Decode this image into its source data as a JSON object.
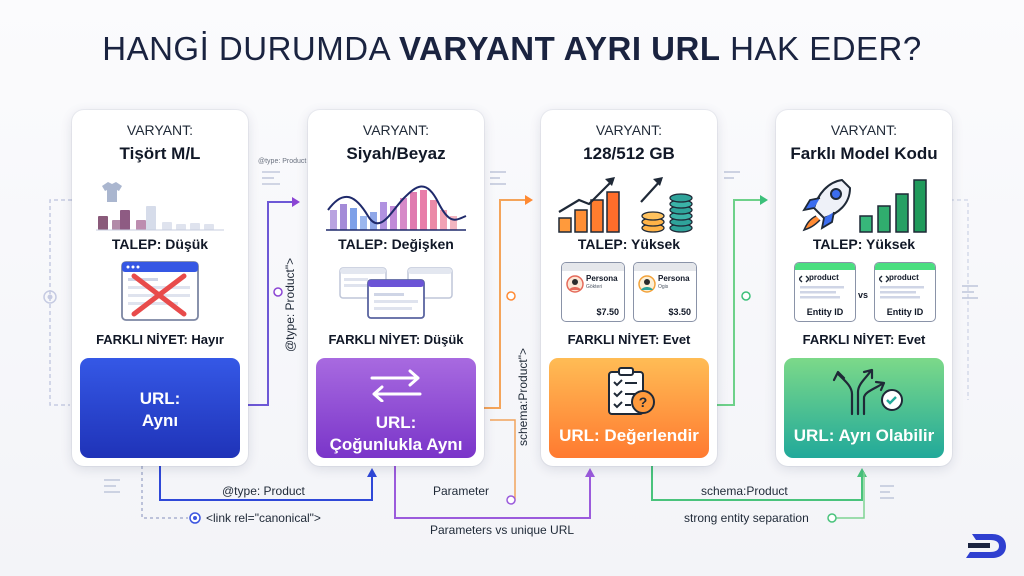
{
  "title": {
    "light_1": "HANGİ DURUMDA ",
    "bold": "VARYANT AYRI URL",
    "light_2": " HAK EDER?"
  },
  "cards": [
    {
      "label": "VARYANT:",
      "value": "Tişört M/L",
      "talep": "TALEP: Düşük",
      "niyet": "FARKLI NİYET: Hayır",
      "url_line1": "URL:",
      "url_line2": "Aynı",
      "accent": "#2740cf"
    },
    {
      "label": "VARYANT:",
      "value": "Siyah/Beyaz",
      "talep": "TALEP: Değişken",
      "niyet": "FARKLI NİYET: Düşük",
      "url_line1": "URL:",
      "url_line2": "Çoğunlukla Aynı",
      "accent": "#8b45d4"
    },
    {
      "label": "VARYANT:",
      "value": "128/512 GB",
      "talep": "TALEP: Yüksek",
      "niyet": "FARKLI NİYET: Evet",
      "url_line1": "URL: Değerlendir",
      "url_line2": "",
      "accent": "#ff8a33",
      "personas": [
        {
          "name": "Persona",
          "sub": "Gökteri",
          "price": "$7.50"
        },
        {
          "name": "Persona",
          "sub": "Ogis",
          "price": "$3.50"
        }
      ]
    },
    {
      "label": "VARYANT:",
      "value": "Farklı Model Kodu",
      "talep": "TALEP: Yüksek",
      "niyet": "FARKLI NİYET: Evet",
      "url_line1": "URL: Ayrı Olabilir",
      "url_line2": "",
      "accent": "#2fb38f",
      "products": [
        {
          "name": "product",
          "id": "Entity ID"
        },
        {
          "name": "product",
          "id": "Entity ID"
        }
      ],
      "vs": "vs"
    }
  ],
  "flow_labels": {
    "type_product_bottom": "@type: Product",
    "canonical": "<link rel=\"canonical\">",
    "parameter": "Parameter",
    "parameters_vs": "Parameters vs unique URL",
    "schema_bottom": "schema:Product",
    "entity_sep": "strong entity separation",
    "rot_type_product": "@type: Product\">",
    "rot_schema": "schema:Product\">",
    "faint_type": "@type: Product"
  },
  "colors": {
    "blue": "#2740cf",
    "purple": "#8b45d4",
    "orange": "#ff8a33",
    "green": "#3cc07a",
    "title": "#1a2340"
  },
  "icons": [
    "tshirt-icon",
    "broken-page-icon",
    "browser-windows-icon",
    "swap-arrows-icon",
    "persona-icon",
    "checklist-question-icon",
    "rocket-icon",
    "code-icon",
    "split-arrows-icon",
    "check-circle-icon",
    "logo-icon"
  ]
}
